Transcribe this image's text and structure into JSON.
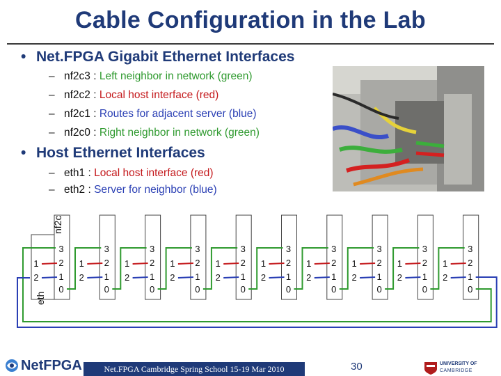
{
  "title": "Cable Configuration in the Lab",
  "bullets": [
    {
      "label": "Net.FPGA Gigabit Ethernet Interfaces",
      "items": [
        {
          "key": "nf2c3",
          "desc": "Left neighbor in network (green)",
          "color": "#2f9a2f"
        },
        {
          "key": "nf2c2",
          "desc": "Local host interface (red)",
          "color": "#c4191c"
        },
        {
          "key": "nf2c1",
          "desc": "Routes for adjacent server (blue)",
          "color": "#2a3fb4"
        },
        {
          "key": "nf2c0",
          "desc": "Right neighbor in network (green)",
          "color": "#2f9a2f"
        }
      ]
    },
    {
      "label": "Host Ethernet Interfaces",
      "items": [
        {
          "key": "eth1",
          "desc": "Local host interface (red)",
          "color": "#c4191c"
        },
        {
          "key": "eth2",
          "desc": "Server for neighbor (blue)",
          "color": "#2a3fb4"
        }
      ]
    }
  ],
  "diagram": {
    "nf2c_label": "nf2c",
    "eth_label": "eth",
    "eth_ports": [
      "1",
      "2"
    ],
    "nf_ports": [
      "3",
      "2",
      "1",
      "0"
    ],
    "node_count": 10,
    "colors": {
      "green": "#2f9a2f",
      "red": "#c4191c",
      "blue": "#2a3fb4"
    }
  },
  "footer": {
    "logo": "NetFPGA",
    "event": "Net.FPGA Cambridge Spring School 15-19 Mar 2010",
    "page": "30",
    "university_line1": "UNIVERSITY OF",
    "university_line2": "CAMBRIDGE"
  }
}
